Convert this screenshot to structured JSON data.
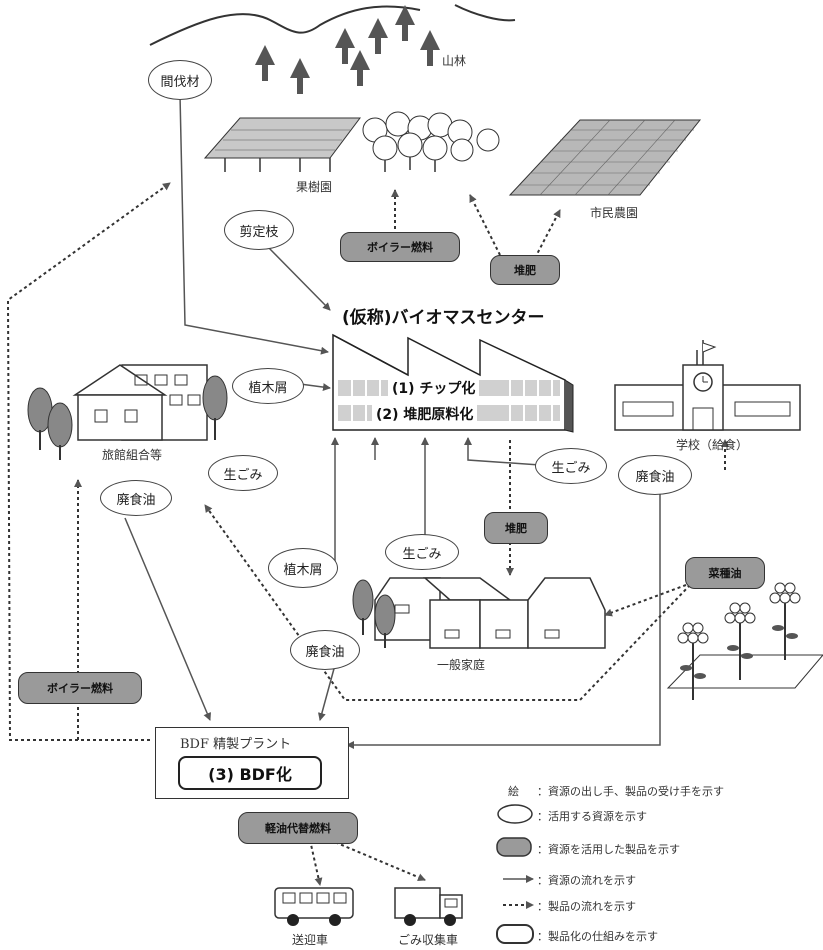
{
  "places": {
    "forest": "山林",
    "orchard": "果樹園",
    "citizen_farm": "市民農園",
    "school": "学校（給食）",
    "inn": "旅館組合等",
    "homes": "一般家庭",
    "bus": "送迎車",
    "garbage_truck": "ごみ収集車"
  },
  "resources": {
    "thinning": "間伐材",
    "pruning": "剪定枝",
    "garden_waste_1": "植木屑",
    "garden_waste_2": "植木屑",
    "food_waste_1": "生ごみ",
    "food_waste_2": "生ごみ",
    "food_waste_3": "生ごみ",
    "waste_oil_1": "廃食油",
    "waste_oil_2": "廃食油",
    "waste_oil_3": "廃食油"
  },
  "products": {
    "boiler_fuel_1": "ボイラー燃料",
    "boiler_fuel_2": "ボイラー燃料",
    "compost_1": "堆肥",
    "compost_2": "堆肥",
    "rapeseed_oil": "菜種油",
    "diesel_substitute": "軽油代替燃料"
  },
  "center": {
    "title": "(仮称)バイオマスセンター",
    "process_1": "(1) チップ化",
    "process_2": "(2) 堆肥原料化"
  },
  "bdf": {
    "title": "BDF 精製プラント",
    "process": "(3) BDF化"
  },
  "legend": {
    "item_1": "：資源の出し手、製品の受け手を示す",
    "item_1_icon": "絵",
    "item_2": "：活用する資源を示す",
    "item_3": "：資源を活用した製品を示す",
    "item_4": "：資源の流れを示す",
    "item_5": "：製品の流れを示す",
    "item_6": "：製品化の仕組みを示す"
  },
  "colors": {
    "product_fill": "#9a9a9a",
    "line": "#555555"
  }
}
